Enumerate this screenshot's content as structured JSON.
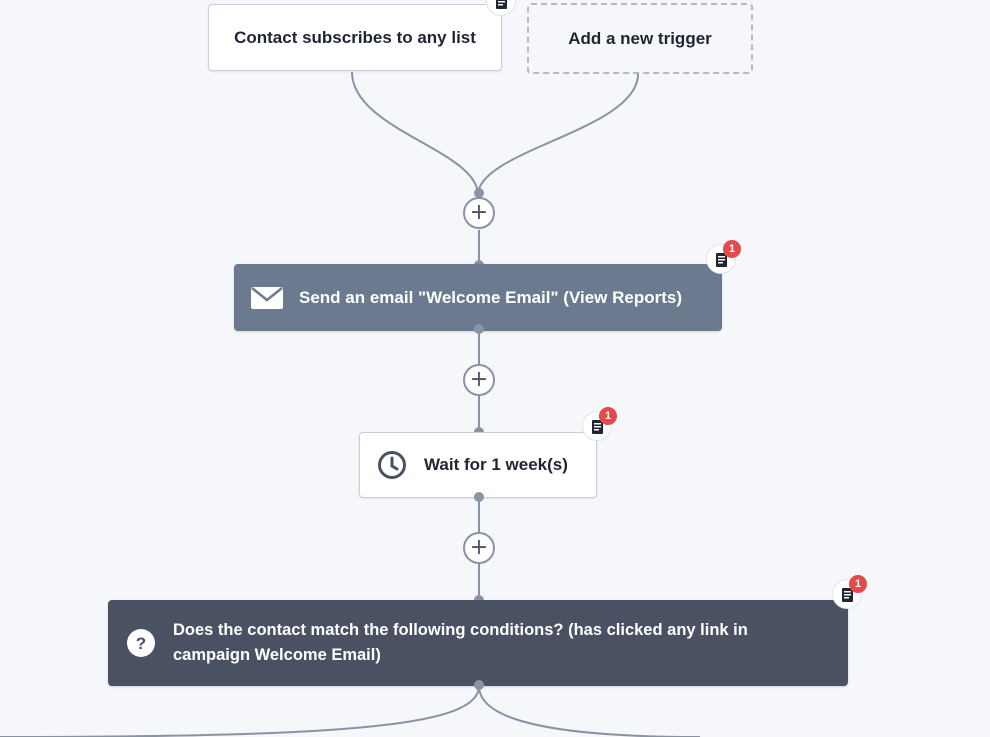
{
  "triggers": [
    {
      "label": "Contact subscribes to any list",
      "badge_count": ""
    },
    {
      "label": "Add a new trigger"
    }
  ],
  "steps": {
    "send_email": {
      "label": "Send an email \"Welcome Email\" (View Reports)",
      "icon": "envelope-icon",
      "badge_count": "1"
    },
    "wait": {
      "label": "Wait for 1 week(s)",
      "icon": "clock-icon",
      "badge_count": "1"
    },
    "condition": {
      "label": "Does the contact match the following conditions? (has clicked any link in campaign Welcome Email)",
      "icon": "question-icon",
      "badge_count": "1"
    }
  },
  "add_step": {
    "symbol": "+"
  },
  "colors": {
    "background": "#f6f7fb",
    "slate_node": "#6b7a8f",
    "dark_node": "#4a5163",
    "connector": "#8a92a6",
    "badge_red": "#e34b4b"
  }
}
